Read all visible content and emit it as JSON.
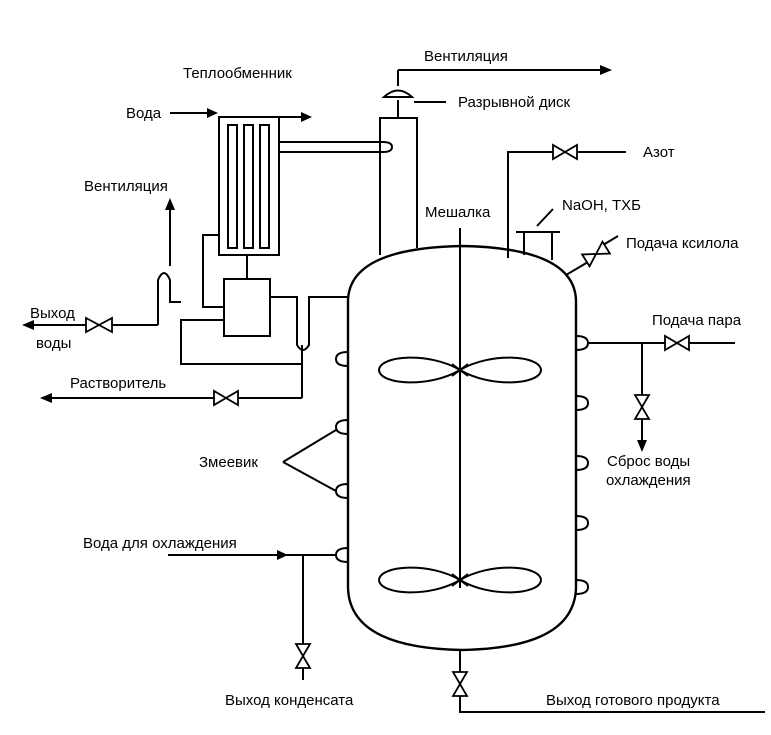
{
  "labels": {
    "heat_exchanger": "Теплообменник",
    "water_in": "Вода",
    "ventilation_top": "Вентиляция",
    "rupture_disc": "Разрывной диск",
    "nitrogen": "Азот",
    "naoh_txb": "NaOH, ТХБ",
    "xylene_feed": "Подача ксилола",
    "mixer": "Мешалка",
    "ventilation_left": "Вентиляция",
    "water_out_line1": "Выход",
    "water_out_line2": "воды",
    "steam_feed": "Подача пара",
    "solvent": "Растворитель",
    "cooling_water_drain_line1": "Сброс воды",
    "cooling_water_drain_line2": "охлаждения",
    "coil": "Змеевик",
    "cooling_water": "Вода для охлаждения",
    "condensate_out": "Выход конденсата",
    "product_out": "Выход готового продукта"
  }
}
